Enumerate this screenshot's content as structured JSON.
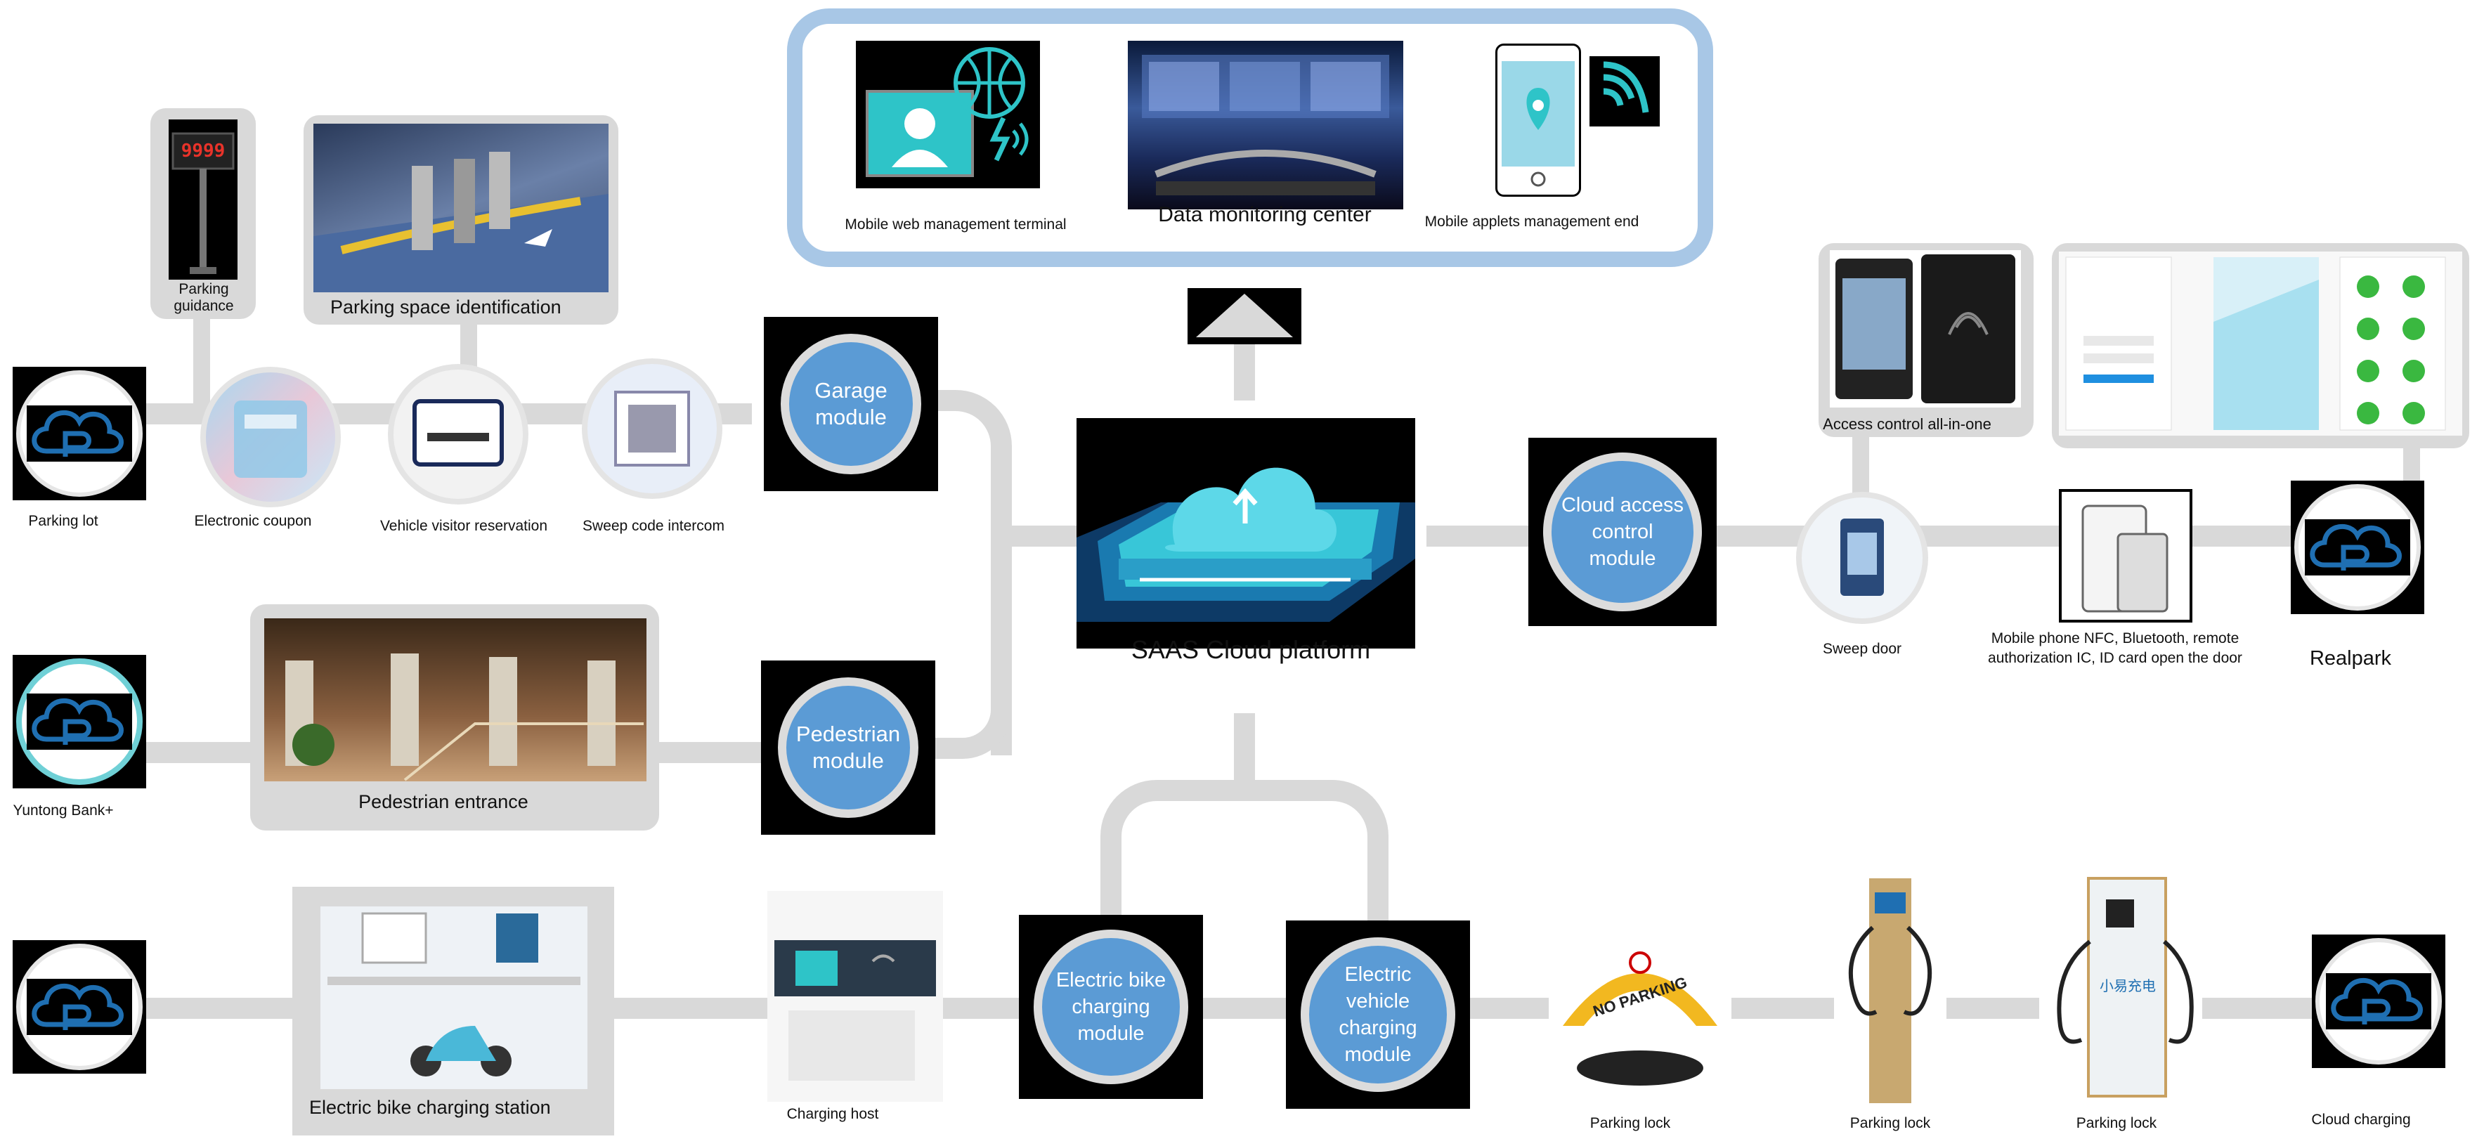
{
  "top_panel": {
    "items": [
      {
        "label": "Mobile web management terminal",
        "icon": "computer-user-icon"
      },
      {
        "label": "Data monitoring center",
        "icon": "monitor-wall-icon"
      },
      {
        "label": "Mobile applets management end",
        "icon": "phone-icon"
      }
    ]
  },
  "center": {
    "label": "SAAS Cloud platform"
  },
  "modules": {
    "garage": "Garage module",
    "pedestrian": "Pedestrian module",
    "cloud_access": "Cloud access control module",
    "ebike": "Electric bike charging module",
    "ev": "Electric vehicle charging module"
  },
  "row1": {
    "parking_lot": "Parking lot",
    "parking_guidance": "Parking guidance",
    "guidance_display": "9999",
    "space_identification": "Parking space identification",
    "electronic_coupon": "Electronic coupon",
    "visitor_reservation": "Vehicle visitor reservation",
    "sweep_intercom": "Sweep code intercom"
  },
  "row2": {
    "yuntong": "Yuntong Bank+",
    "pedestrian_entrance": "Pedestrian entrance"
  },
  "right": {
    "access_all_in_one": "Access control all-in-one",
    "sweep_door": "Sweep door",
    "open_door": "Mobile phone NFC, Bluetooth, remote authorization IC, ID card open the door",
    "realpark": "Realpark"
  },
  "bottom": {
    "ebike_station": "Electric bike charging station",
    "charging_host": "Charging host",
    "no_parking_sign": "NO PARKING",
    "parking_lock_1": "Parking lock",
    "parking_lock_2": "Parking lock",
    "parking_lock_3": "Parking lock",
    "cloud_charging": "Cloud charging"
  },
  "colors": {
    "module_blue": "#5b9bd5",
    "connector_gray": "#d9d9d9",
    "top_panel_blue": "#a8c7e6",
    "teal": "#2ec4c8",
    "logo_blue": "#1f6fb2"
  }
}
